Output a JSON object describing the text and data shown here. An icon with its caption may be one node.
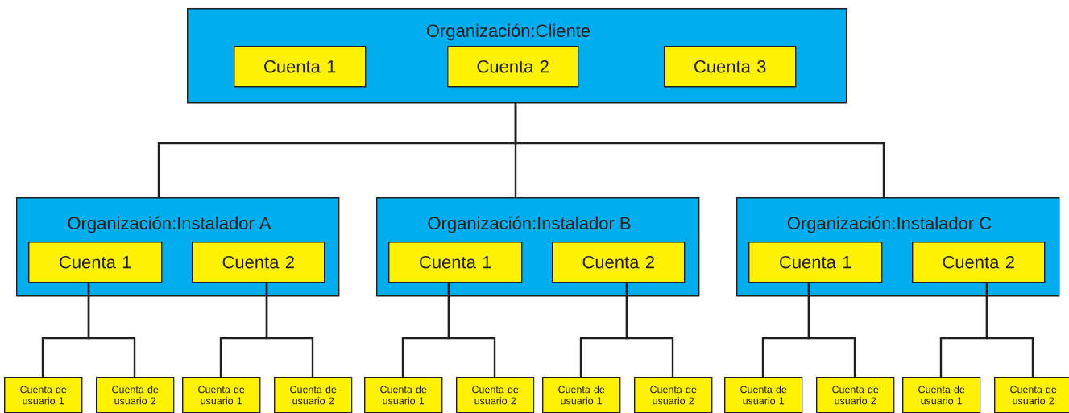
{
  "diagram": {
    "nodes": [
      {
        "text": [
          "Organización:Cliente"
        ]
      },
      {
        "text": [
          "Cuenta 1"
        ],
        "in": 0
      },
      {
        "text": [
          "Cuenta 2"
        ],
        "in": 0
      },
      {
        "text": [
          "Cuenta 3"
        ],
        "in": 0
      },
      {
        "text": [
          "Organización:Instalador A"
        ]
      },
      {
        "text": [
          "Cuenta 1"
        ],
        "in": 4
      },
      {
        "text": [
          "Cuenta 2"
        ],
        "in": 4
      },
      {
        "text": [
          "Organización:Instalador B"
        ]
      },
      {
        "text": [
          "Cuenta 1"
        ],
        "in": 7
      },
      {
        "text": [
          "Cuenta 2"
        ],
        "in": 7
      },
      {
        "text": [
          "Organización:Instalador C"
        ]
      },
      {
        "text": [
          "Cuenta 1"
        ],
        "in": 10
      },
      {
        "text": [
          "Cuenta 2"
        ],
        "in": 10
      },
      {
        "text": [
          "Cuenta de usuario 1"
        ]
      },
      {
        "text": [
          "Cuenta de usuario 2"
        ]
      },
      {
        "text": [
          "Cuenta de usuario 1"
        ]
      },
      {
        "text": [
          "Cuenta de usuario 2"
        ]
      },
      {
        "text": [
          "Cuenta de usuario 1"
        ]
      },
      {
        "text": [
          "Cuenta de usuario 2"
        ]
      },
      {
        "text": [
          "Cuenta de usuario 1"
        ]
      },
      {
        "text": [
          "Cuenta de usuario 2"
        ]
      },
      {
        "text": [
          "Cuenta de usuario 1"
        ]
      },
      {
        "text": [
          "Cuenta de usuario 2"
        ]
      },
      {
        "text": [
          "Cuenta de usuario 1"
        ]
      },
      {
        "text": [
          "Cuenta de usuario 2"
        ]
      }
    ],
    "edges": [
      {
        "from": 0,
        "to": 4,
        "arrow": "none"
      },
      {
        "from": 0,
        "to": 7,
        "arrow": "none"
      },
      {
        "from": 0,
        "to": 10,
        "arrow": "none"
      },
      {
        "from": 5,
        "to": 13,
        "arrow": "none"
      },
      {
        "from": 5,
        "to": 14,
        "arrow": "none"
      },
      {
        "from": 6,
        "to": 15,
        "arrow": "none"
      },
      {
        "from": 6,
        "to": 16,
        "arrow": "none"
      },
      {
        "from": 8,
        "to": 17,
        "arrow": "none"
      },
      {
        "from": 8,
        "to": 18,
        "arrow": "none"
      },
      {
        "from": 9,
        "to": 19,
        "arrow": "none"
      },
      {
        "from": 9,
        "to": 20,
        "arrow": "none"
      },
      {
        "from": 11,
        "to": 21,
        "arrow": "none"
      },
      {
        "from": 11,
        "to": 22,
        "arrow": "none"
      },
      {
        "from": 12,
        "to": 23,
        "arrow": "none"
      },
      {
        "from": 12,
        "to": 24,
        "arrow": "none"
      }
    ]
  }
}
